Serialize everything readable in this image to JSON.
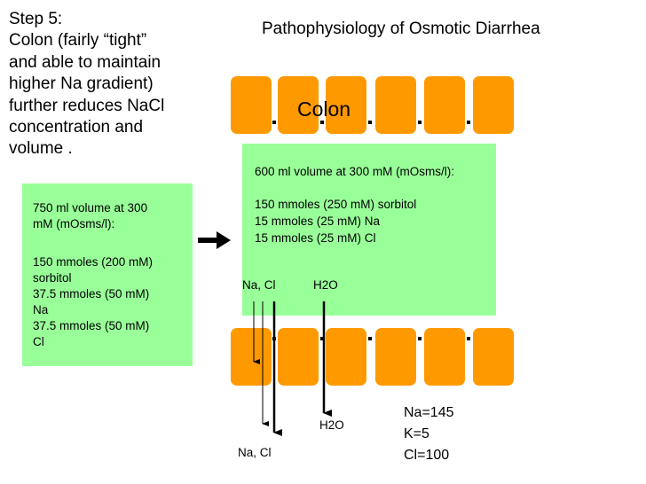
{
  "step_text": {
    "lines": [
      "Step 5:",
      "Colon (fairly “tight”",
      "and able to maintain",
      "higher Na gradient)",
      "further reduces NaCl",
      "concentration and",
      "volume ."
    ]
  },
  "title": "Pathophysiology of Osmotic Diarrhea",
  "colon_label": "Colon",
  "left_box": {
    "lines": [
      "750 ml volume at 300",
      "mM (mOsms/l):",
      "",
      "150 mmoles (200 mM)",
      "    sorbitol",
      "37.5 mmoles (50 mM)",
      "    Na",
      "37.5 mmoles (50 mM)",
      "    Cl"
    ]
  },
  "mid_box": {
    "lines": [
      "600 ml volume at 300 mM (mOsms/l):",
      "",
      "150 mmoles (250 mM) sorbitol",
      "15 mmoles (25 mM) Na",
      "15 mmoles (25 mM) Cl"
    ]
  },
  "labels": {
    "na_cl_top": "Na, Cl",
    "h2o_top": "H2O",
    "na_cl_bottom": "Na, Cl",
    "h2o_bottom": "H2O"
  },
  "electrolytes": {
    "na": "Na=145",
    "k": "K=5",
    "cl": "Cl=100"
  },
  "colors": {
    "cell": "#ff9900",
    "box": "#99ff99",
    "text": "#000000"
  }
}
